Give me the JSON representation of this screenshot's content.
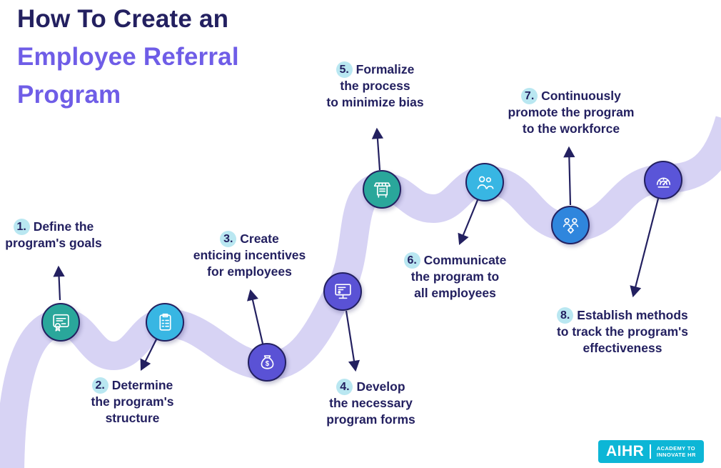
{
  "title": {
    "line1": "How To Create an",
    "line2": "Employee Referral",
    "line3": "Program"
  },
  "steps": [
    {
      "num": "1.",
      "line1": "Define the",
      "line2": "program's goals",
      "line3": "",
      "icon": "certificate-icon",
      "node_color": "#2aa79b"
    },
    {
      "num": "2.",
      "line1": "Determine",
      "line2": "the program's",
      "line3": "structure",
      "icon": "checklist-icon",
      "node_color": "#38b6e3"
    },
    {
      "num": "3.",
      "line1": "Create",
      "line2": "enticing incentives",
      "line3": "for employees",
      "icon": "incentives-icon",
      "node_color": "#5a52d5"
    },
    {
      "num": "4.",
      "line1": "Develop",
      "line2": "the necessary",
      "line3": "program forms",
      "icon": "forms-icon",
      "node_color": "#5a52d5"
    },
    {
      "num": "5.",
      "line1": "Formalize",
      "line2": "the process",
      "line3": "to minimize bias",
      "icon": "process-icon",
      "node_color": "#2aa79b"
    },
    {
      "num": "6.",
      "line1": "Communicate",
      "line2": "the program to",
      "line3": "all employees",
      "icon": "employees-icon",
      "node_color": "#38b6e3"
    },
    {
      "num": "7.",
      "line1": "Continuously",
      "line2": "promote the program",
      "line3": "to the workforce",
      "icon": "promotion-icon",
      "node_color": "#2f86dd"
    },
    {
      "num": "8.",
      "line1": "Establish methods",
      "line2": "to track the program's",
      "line3": "effectiveness",
      "icon": "tracking-icon",
      "node_color": "#5a55d8"
    }
  ],
  "logo": {
    "brand": "AIHR",
    "tagline_line1": "ACADEMY TO",
    "tagline_line2": "INNOVATE HR"
  },
  "colors": {
    "navy_text": "#232060",
    "purple_title": "#6f5de7",
    "ribbon": "#d7d3f4",
    "number_badge": "#b9e7f1",
    "node_teal": "#2aa79b",
    "node_cyan": "#38b6e3",
    "node_purple": "#5a52d5",
    "node_blue": "#2f86dd",
    "node_indigo": "#5a55d8",
    "logo_background": "#0db6d6"
  }
}
